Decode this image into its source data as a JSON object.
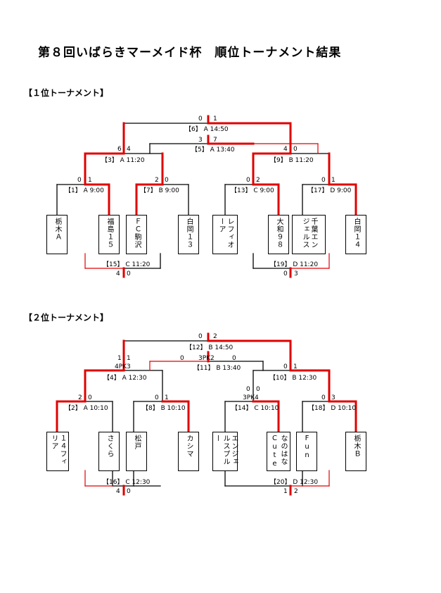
{
  "title": "第８回いばらきマーメイド杯　順位トーナメント結果",
  "sections": [
    {
      "heading": "【１位トーナメント】",
      "teams": [
        "栃木Ａ",
        "福島１５",
        "ＦＣ駒沢",
        "白岡１３",
        "レフィオーア",
        "大和９８",
        "千葉エンジェルス",
        "白岡１４"
      ],
      "matches": {
        "m1": "【1】 A 9:00",
        "m7": "【7】 B 9:00",
        "m13": "【13】 C 9:00",
        "m17": "【17】 D 9:00",
        "m3": "【3】 A 11:20",
        "m9": "【9】 B 11:20",
        "m6": "【6】 A 14:50",
        "m5": "【5】 A 13:40",
        "m15": "【15】 C 11:20",
        "m19": "【19】 D 11:20"
      },
      "scores": {
        "m1a": "0",
        "m1b": "1",
        "m7a": "2",
        "m7b": "0",
        "m13a": "0",
        "m13b": "2",
        "m17a": "0",
        "m17b": "1",
        "m3a": "6",
        "m3b": "4",
        "m9a": "4",
        "m9b": "0",
        "m6a": "0",
        "m6b": "1",
        "m5a": "3",
        "m5b": "7",
        "m15a": "4",
        "m15b": "0",
        "m19a": "0",
        "m19b": "3"
      }
    },
    {
      "heading": "【２位トーナメント】",
      "teams": [
        "１４フィリア",
        "さくら",
        "松戸",
        "カシマ",
        "エンジェルスプルー",
        "なのはなCute",
        "Fun",
        "栃木Ｂ"
      ],
      "matches": {
        "m2": "【2】 A 10:10",
        "m8": "【8】 B 10:10",
        "m14": "【14】 C 10:10",
        "m18": "【18】 D 10:10",
        "m4": "【4】 A 12:30",
        "m10": "【10】 B 12:30",
        "m12": "【12】 B 14:50",
        "m11": "【11】 B 13:40",
        "m16": "【16】 C 12:30",
        "m20": "【20】 D 12:30"
      },
      "scores": {
        "m2a": "2",
        "m2b": "0",
        "m8a": "0",
        "m8b": "1",
        "m14a": "0",
        "m14b": "0",
        "m14pk": "3PK4",
        "m18a": "0",
        "m18b": "3",
        "m4a": "1",
        "m4b": "1",
        "m4pk": "4PK3",
        "m10a": "0",
        "m10b": "1",
        "m12a": "0",
        "m12b": "2",
        "m11a": "0",
        "m11b": "0",
        "m11pk": "3PK2",
        "m16a": "4",
        "m16b": "0",
        "m20a": "1",
        "m20b": "2"
      }
    }
  ]
}
